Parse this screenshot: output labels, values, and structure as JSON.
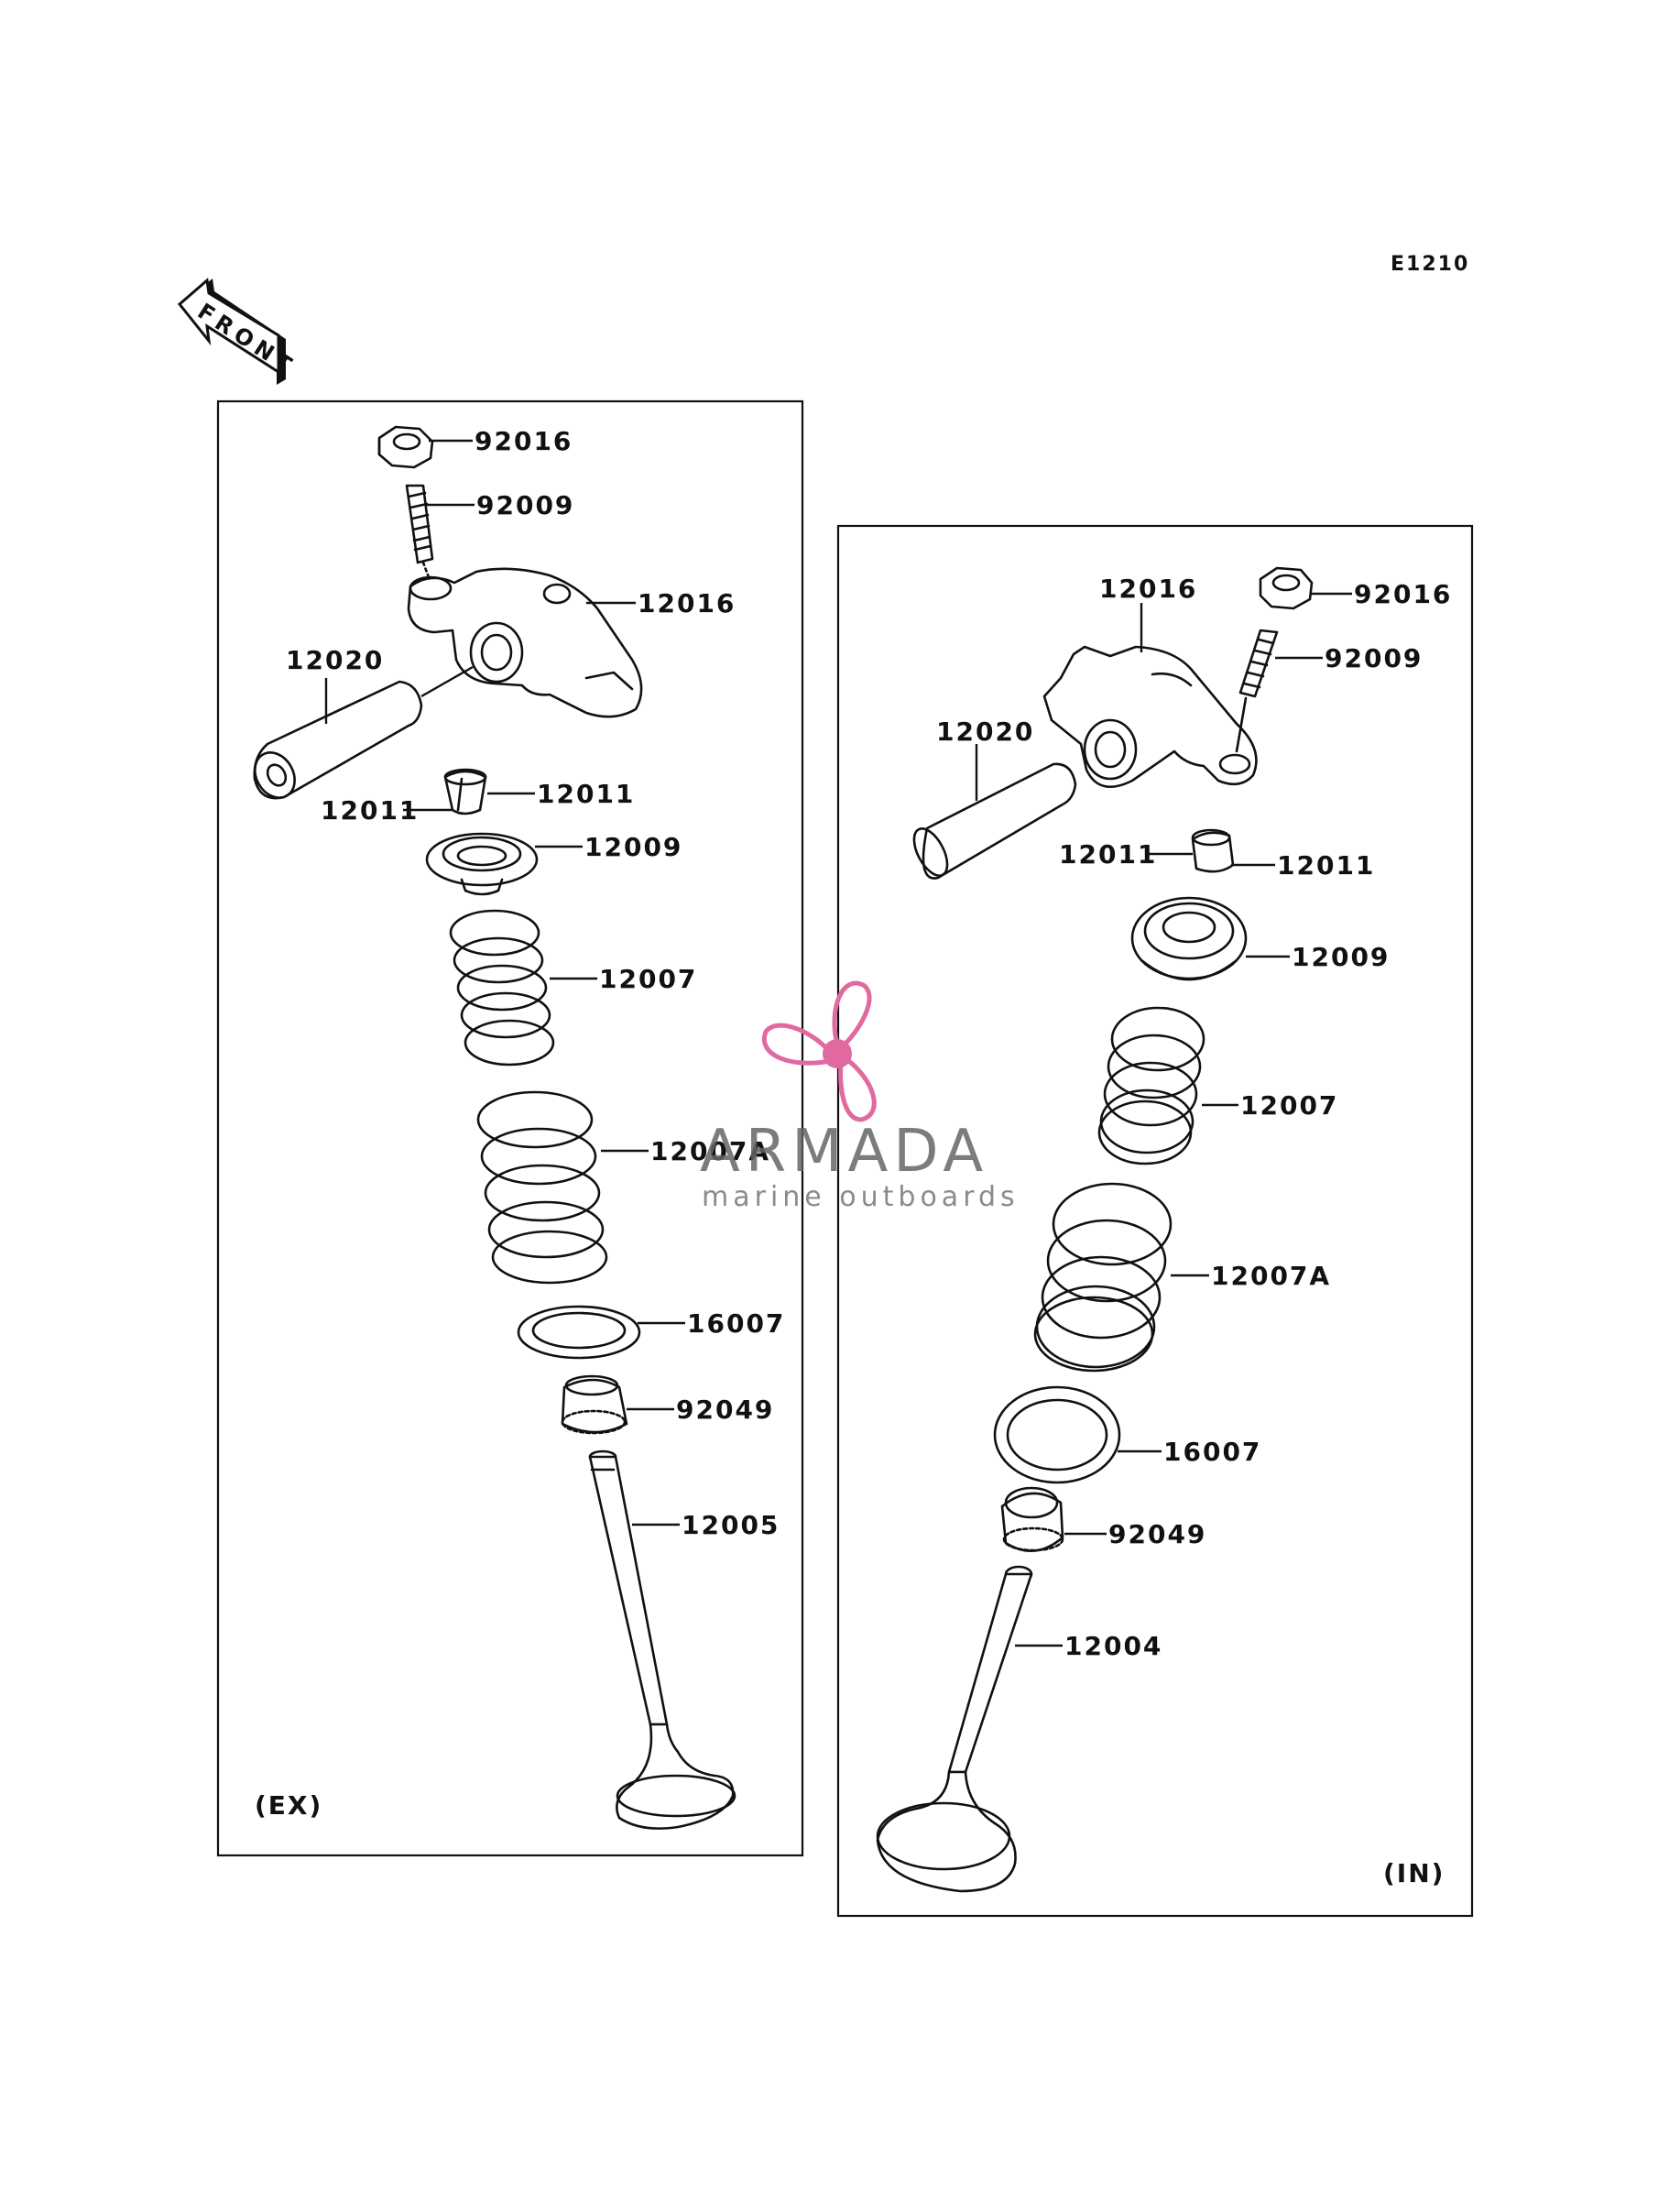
{
  "diagram_code": "E1210",
  "front_arrow_label": "FRONT",
  "watermark": {
    "brand": "ARMADA",
    "tagline": "marine outboards",
    "logo_color": "#e06aa0"
  },
  "panels": {
    "exhaust": {
      "tag": "(EX)",
      "callouts": [
        "92016",
        "92009",
        "12016",
        "12020",
        "12011",
        "12011",
        "12009",
        "12007",
        "12007A",
        "16007",
        "92049",
        "12005"
      ]
    },
    "intake": {
      "tag": "(IN)",
      "callouts": [
        "12016",
        "92016",
        "92009",
        "12020",
        "12011",
        "12011",
        "12009",
        "12007",
        "12007A",
        "16007",
        "92049",
        "12004"
      ]
    }
  }
}
